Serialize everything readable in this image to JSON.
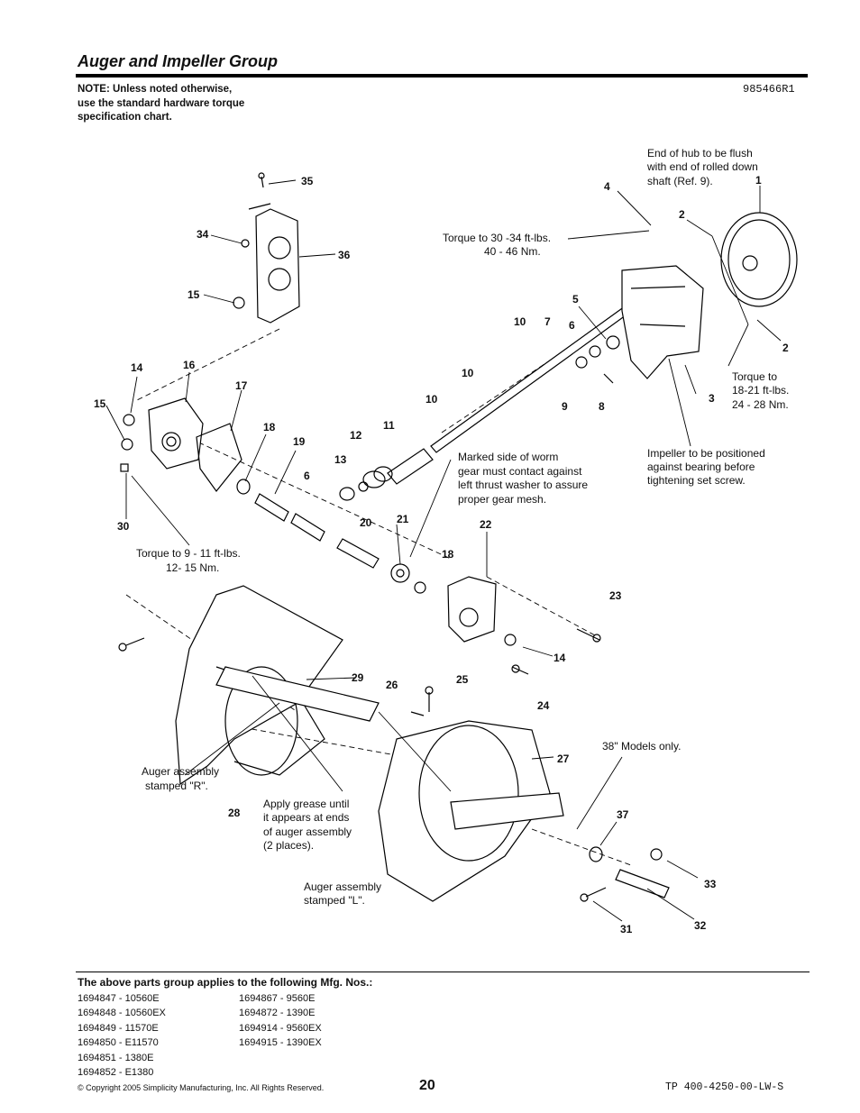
{
  "header": {
    "title": "Auger and Impeller Group",
    "doc_number": "985466R1",
    "note_lines": [
      "NOTE: Unless noted otherwise,",
      "use the standard hardware torque",
      "specification chart."
    ]
  },
  "diagram": {
    "callouts": [
      {
        "id": "c1",
        "text": "1"
      },
      {
        "id": "c2a",
        "text": "2"
      },
      {
        "id": "c2b",
        "text": "2"
      },
      {
        "id": "c3",
        "text": "3"
      },
      {
        "id": "c4",
        "text": "4"
      },
      {
        "id": "c5",
        "text": "5"
      },
      {
        "id": "c6a",
        "text": "6"
      },
      {
        "id": "c6b",
        "text": "6"
      },
      {
        "id": "c7",
        "text": "7"
      },
      {
        "id": "c8",
        "text": "8"
      },
      {
        "id": "c9",
        "text": "9"
      },
      {
        "id": "c10a",
        "text": "10"
      },
      {
        "id": "c10b",
        "text": "10"
      },
      {
        "id": "c10c",
        "text": "10"
      },
      {
        "id": "c11",
        "text": "11"
      },
      {
        "id": "c12",
        "text": "12"
      },
      {
        "id": "c13",
        "text": "13"
      },
      {
        "id": "c14a",
        "text": "14"
      },
      {
        "id": "c14b",
        "text": "14"
      },
      {
        "id": "c15a",
        "text": "15"
      },
      {
        "id": "c15b",
        "text": "15"
      },
      {
        "id": "c16",
        "text": "16"
      },
      {
        "id": "c17",
        "text": "17"
      },
      {
        "id": "c18a",
        "text": "18"
      },
      {
        "id": "c18b",
        "text": "18"
      },
      {
        "id": "c19",
        "text": "19"
      },
      {
        "id": "c20",
        "text": "20"
      },
      {
        "id": "c21",
        "text": "21"
      },
      {
        "id": "c22",
        "text": "22"
      },
      {
        "id": "c23",
        "text": "23"
      },
      {
        "id": "c24",
        "text": "24"
      },
      {
        "id": "c25",
        "text": "25"
      },
      {
        "id": "c26",
        "text": "26"
      },
      {
        "id": "c27",
        "text": "27"
      },
      {
        "id": "c28",
        "text": "28"
      },
      {
        "id": "c29",
        "text": "29"
      },
      {
        "id": "c30",
        "text": "30"
      },
      {
        "id": "c31",
        "text": "31"
      },
      {
        "id": "c32",
        "text": "32"
      },
      {
        "id": "c33",
        "text": "33"
      },
      {
        "id": "c34",
        "text": "34"
      },
      {
        "id": "c35",
        "text": "35"
      },
      {
        "id": "c36",
        "text": "36"
      },
      {
        "id": "c37",
        "text": "37"
      }
    ],
    "annotations": {
      "hub_flush": [
        "End of hub to be flush",
        "with end of rolled down",
        "shaft (Ref. 9)."
      ],
      "torque_30_34": [
        "Torque to 30 -34 ft-lbs.",
        "40 - 46 Nm."
      ],
      "torque_18_21": [
        "Torque to",
        "18-21 ft-lbs.",
        "24 - 28 Nm."
      ],
      "impeller_position": [
        "Impeller to be positioned",
        "against bearing before",
        "tightening set screw."
      ],
      "worm_gear": [
        "Marked side of worm",
        "gear must contact against",
        "left thrust washer to assure",
        "proper gear mesh."
      ],
      "torque_9_11": [
        "Torque to 9 - 11 ft-lbs.",
        "12- 15 Nm."
      ],
      "models_38": [
        "38\" Models only."
      ],
      "auger_r": [
        "Auger assembly",
        "stamped \"R\"."
      ],
      "grease": [
        "Apply grease until",
        "it appears at ends",
        "of auger assembly",
        "(2 places)."
      ],
      "auger_l": [
        "Auger assembly",
        "stamped \"L\"."
      ]
    }
  },
  "footer": {
    "applies_heading": "The above parts group applies to the following Mfg. Nos.:",
    "mfg_left": [
      "1694847 - 10560E",
      "1694848 - 10560EX",
      "1694849 - 11570E",
      "1694850 - E11570",
      "1694851 - 1380E",
      "1694852 - E1380"
    ],
    "mfg_right": [
      "1694867 - 9560E",
      "1694872 - 1390E",
      "1694914 - 9560EX",
      "1694915 - 1390EX"
    ],
    "copyright": "© Copyright 2005 Simplicity Manufacturing, Inc. All Rights Reserved.",
    "page_number": "20",
    "tp_number": "TP 400-4250-00-LW-S"
  }
}
